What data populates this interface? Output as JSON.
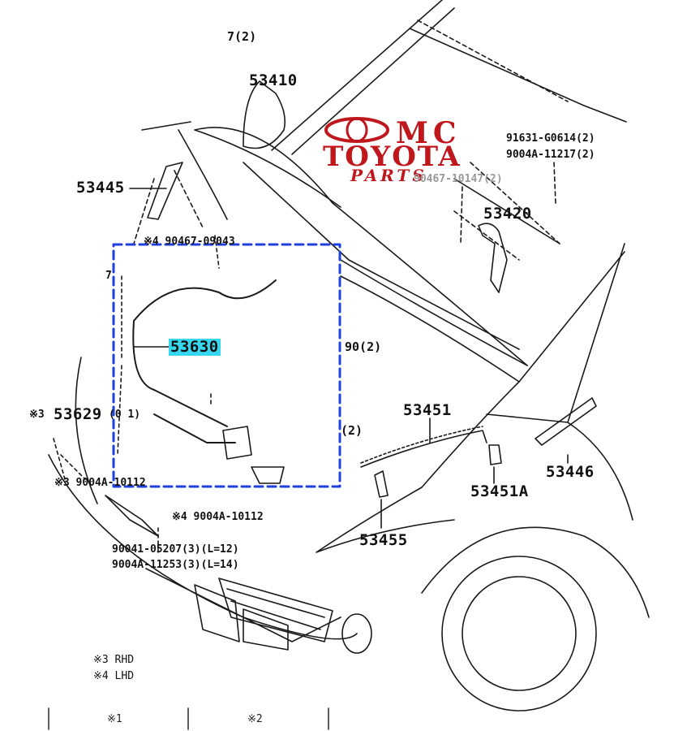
{
  "diagram": {
    "colors": {
      "brand": "#c0171c",
      "highlight": "#37d7f0",
      "selection": "#1f3fdf",
      "line": "#1a1a1a"
    },
    "logo": {
      "mc": "MC",
      "brand": "TOYOTA",
      "sub": "PARTS"
    },
    "labels": {
      "qty_top": "7(2)",
      "p53410": "53410",
      "p53445": "53445",
      "p91631": "91631-G0614(2)",
      "p9004a_11217": "9004A-11217(2)",
      "p90467_ghost": "90467-10147(2)",
      "p53420": "53420",
      "p90467_box": "※4 90467-09043",
      "p7_left": "7",
      "p53630": "53630",
      "qty_90_2": "90(2)",
      "qty_2": "(2)",
      "p53629": "53629",
      "p53629_note": "(0 1)",
      "note_x3": "※3",
      "p9004a_10112_l": "※3 9004A-10112",
      "p9004a_10112_b": "※4 9004A-10112",
      "p90041": "90041-05207(3)(L=12)",
      "p9004a_11253": "9004A-11253(3)(L=14)",
      "p53451": "53451",
      "p53451a": "53451A",
      "p53455": "53455",
      "p53446": "53446",
      "legend_rhd": "※3 RHD",
      "legend_lhd": "※4 LHD",
      "footer_1": "※1",
      "footer_2": "※2"
    }
  }
}
